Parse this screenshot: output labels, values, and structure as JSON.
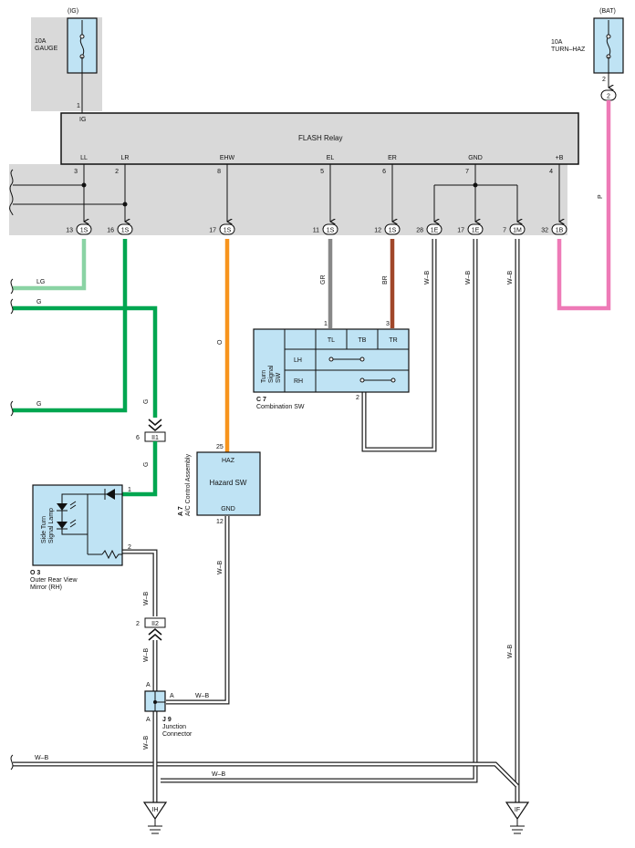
{
  "fuses": {
    "ig": {
      "source": "(IG)",
      "rating": "10A",
      "name": "GAUGE",
      "pin": "1"
    },
    "bat": {
      "source": "(BAT)",
      "rating": "10A",
      "name": "TURN–HAZ",
      "pin": "2",
      "connector": "2"
    }
  },
  "flash_relay": {
    "title": "FLASH Relay",
    "ig_label": "IG",
    "terminals": [
      {
        "name": "LL",
        "pin": "3",
        "conn_num": "13",
        "conn_code": "1S"
      },
      {
        "name": "LR",
        "pin": "2",
        "conn_num": "16",
        "conn_code": "1S"
      },
      {
        "name": "EHW",
        "pin": "8",
        "conn_num": "17",
        "conn_code": "1S"
      },
      {
        "name": "EL",
        "pin": "5",
        "conn_num": "11",
        "conn_code": "1S"
      },
      {
        "name": "ER",
        "pin": "6",
        "conn_num": "12",
        "conn_code": "1S"
      },
      {
        "name": "GND",
        "pin": "7",
        "conn_num": "17",
        "conn_code": "1E"
      },
      {
        "name": "+B",
        "pin": "4",
        "conn_num": "32",
        "conn_code": "1B"
      }
    ],
    "extra_connectors": [
      {
        "conn_num": "28",
        "conn_code": "1E"
      },
      {
        "conn_num": "7",
        "conn_code": "1M"
      }
    ]
  },
  "wires": {
    "lg": "LG",
    "g1": "G",
    "g2": "G",
    "g_up": "G",
    "g_down": "G",
    "o": "O",
    "gr": "GR",
    "br": "BR",
    "wb_28": "W–B",
    "wb_17": "W–B",
    "wb_7": "W–B",
    "wb_7_lower": "W–B",
    "p": "P",
    "wb_mirror": "W–B",
    "wb_mirror_lower": "W–B",
    "wb_hazard": "W–B",
    "wb_junction": "W–B",
    "wb_j9_down": "W–B",
    "wb_left": "W–B",
    "wb_center": "W–B"
  },
  "connectors": {
    "ii1": {
      "pin": "6",
      "code": "II1"
    },
    "ii2": {
      "pin": "2",
      "code": "II2"
    }
  },
  "combination_sw": {
    "code": "C 7",
    "name": "Combination SW",
    "side_label_1": "Turn",
    "side_label_2": "Signal",
    "side_label_3": "SW",
    "headers": [
      "TL",
      "TB",
      "TR"
    ],
    "rows": [
      "LH",
      "RH"
    ],
    "pin_tl": "1",
    "pin_tr": "3",
    "pin_out": "2"
  },
  "ac_control": {
    "code": "A 7",
    "name": "A/C Control Assembly",
    "haz": "HAZ",
    "title": "Hazard SW",
    "gnd": "GND",
    "pin_haz": "25",
    "pin_gnd": "12"
  },
  "mirror": {
    "code": "O 3",
    "name_1": "Outer Rear View",
    "name_2": "Mirror (RH)",
    "lamp_1": "Side Turn",
    "lamp_2": "Signal Lamp",
    "pin_1": "1",
    "pin_2": "2"
  },
  "junction": {
    "code": "J 9",
    "name_1": "Junction",
    "name_2": "Connector",
    "a_top": "A",
    "a_right": "A",
    "a_bottom": "A"
  },
  "grounds": {
    "ih": "IH",
    "if": "IF"
  },
  "colors": {
    "shade": "#d9d9d9",
    "component": "#bfe3f4",
    "lg": "#8ad3a4",
    "g": "#00a650",
    "o": "#f7941d",
    "gr": "#888888",
    "br": "#a0472a",
    "p": "#ee7ab7",
    "wb": "#222222"
  }
}
